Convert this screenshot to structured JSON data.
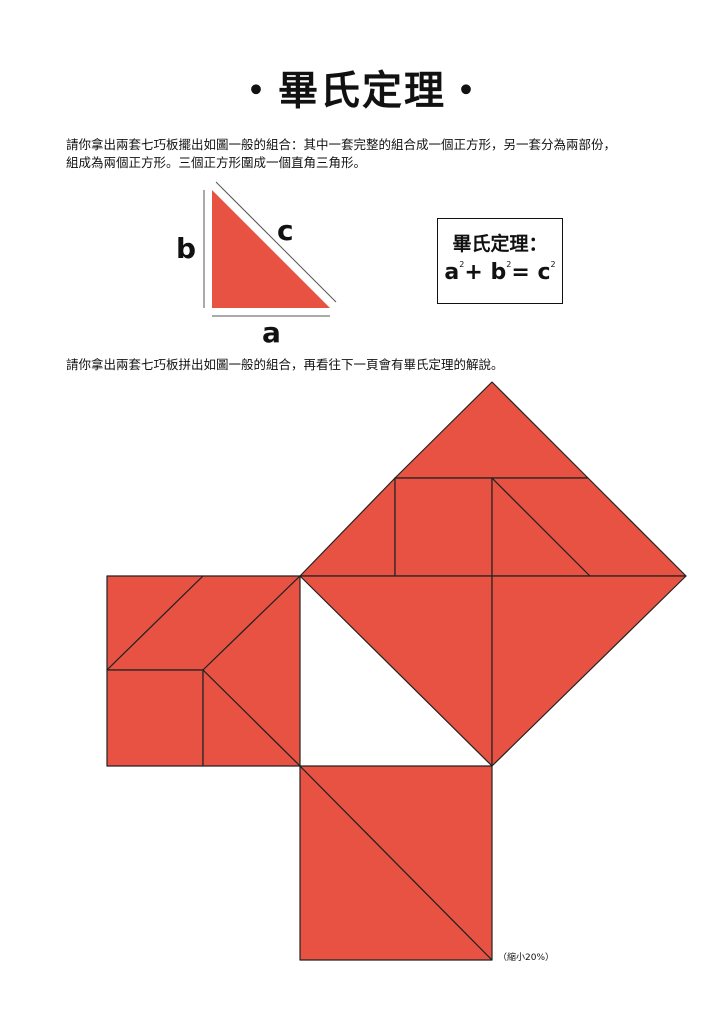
{
  "title": "・畢氏定理・",
  "instructions": {
    "line1": "請你拿出兩套七巧板擺出如圖一般的組合：其中一套完整的組合成一個正方形，另一套分為兩部份，",
    "line2": "組成為兩個正方形。三個正方形圍成一個直角三角形。",
    "line3": "請你拿出兩套七巧板拼出如圖一般的組合，再看往下一頁會有畢氏定理的解說。"
  },
  "triangle_labels": {
    "a": "a",
    "b": "b",
    "c": "c"
  },
  "formula": {
    "title": "畢氏定理：",
    "a": "a",
    "b": "b",
    "c": "c",
    "exp": "2",
    "plus": "+",
    "equals": "="
  },
  "scale_note": "（縮小20%）",
  "colors": {
    "piece_fill": "#E85242",
    "outline": "#222222"
  }
}
